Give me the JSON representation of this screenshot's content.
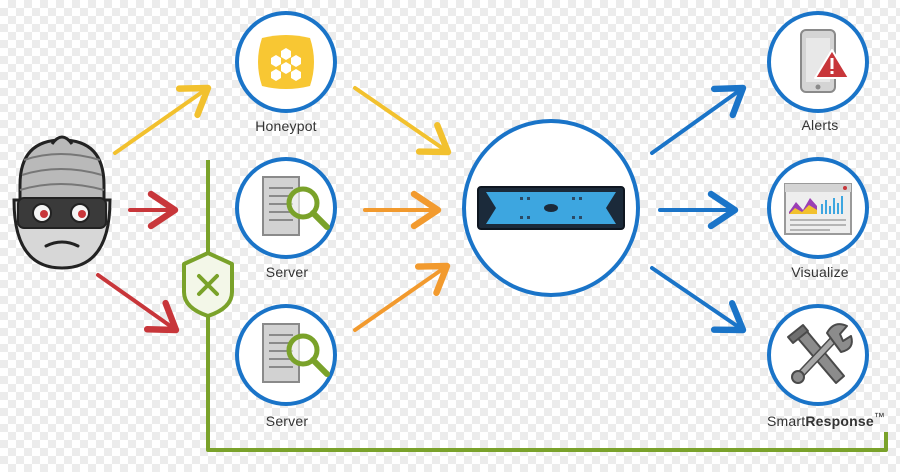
{
  "colors": {
    "circle_stroke": "#1a74c8",
    "arrow_yellow": "#f2c12e",
    "arrow_orange": "#f29a2e",
    "arrow_red": "#c8363a",
    "arrow_blue": "#1a74c8",
    "green_line": "#7aa22a",
    "device_blue": "#3da6e0"
  },
  "nodes": {
    "honeypot": {
      "label": "Honeypot",
      "icon": "honeypot-icon"
    },
    "server_top": {
      "label": "Server",
      "icon": "server-search-icon"
    },
    "server_bottom": {
      "label": "Server",
      "icon": "server-search-icon"
    },
    "central": {
      "icon": "appliance-icon"
    },
    "alerts": {
      "label": "Alerts",
      "icon": "phone-alert-icon"
    },
    "visualize": {
      "label": "Visualize",
      "icon": "chart-screen-icon"
    },
    "smartresponse": {
      "label_prefix": "Smart",
      "label_bold": "Response",
      "label_tm": "™",
      "icon": "tools-icon"
    }
  },
  "attacker": {
    "icon": "thief-icon"
  },
  "shield": {
    "icon": "shield-x-icon"
  }
}
